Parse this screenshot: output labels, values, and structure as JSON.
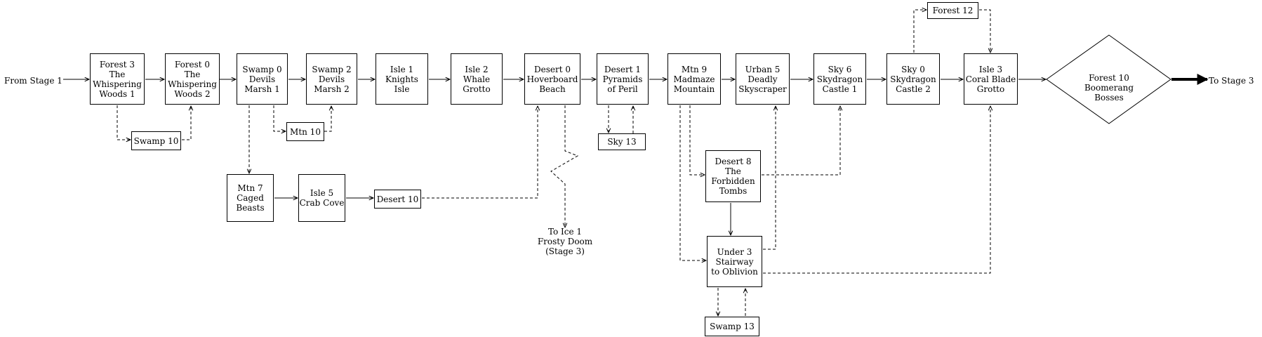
{
  "nodes": {
    "forest3": [
      "Forest 3",
      "The",
      "Whispering",
      "Woods 1"
    ],
    "forest0": [
      "Forest 0",
      "The",
      "Whispering",
      "Woods 2"
    ],
    "swamp0": [
      "Swamp 0",
      "Devils",
      "Marsh 1"
    ],
    "swamp2": [
      "Swamp 2",
      "Devils",
      "Marsh 2"
    ],
    "isle1": [
      "Isle 1",
      "Knights",
      "Isle"
    ],
    "isle2": [
      "Isle 2",
      "Whale",
      "Grotto"
    ],
    "desert0": [
      "Desert 0",
      "Hoverboard",
      "Beach"
    ],
    "desert1": [
      "Desert 1",
      "Pyramids",
      "of Peril"
    ],
    "mtn9": [
      "Mtn 9",
      "Madmaze",
      "Mountain"
    ],
    "urban5": [
      "Urban 5",
      "Deadly",
      "Skyscraper"
    ],
    "sky6": [
      "Sky 6",
      "Skydragon",
      "Castle 1"
    ],
    "sky0": [
      "Sky 0",
      "Skydragon",
      "Castle 2"
    ],
    "isle3": [
      "Isle 3",
      "Coral Blade",
      "Grotto"
    ],
    "forest12": [
      "Forest 12"
    ],
    "swamp10": [
      "Swamp 10"
    ],
    "mtn10": [
      "Mtn 10"
    ],
    "mtn7": [
      "Mtn 7",
      "Caged",
      "Beasts"
    ],
    "isle5": [
      "Isle 5",
      "Crab Cove"
    ],
    "desert10": [
      "Desert 10"
    ],
    "sky13": [
      "Sky 13"
    ],
    "desert8": [
      "Desert 8",
      "The",
      "Forbidden",
      "Tombs"
    ],
    "under3": [
      "Under 3",
      "Stairway",
      "to Oblivion"
    ],
    "swamp13": [
      "Swamp 13"
    ],
    "forest10": [
      "Forest 10",
      "Boomerang",
      "Bosses"
    ]
  },
  "labels": {
    "from_stage": "From Stage 1",
    "to_stage": "To Stage 3",
    "to_ice": [
      "To Ice 1",
      "Frosty Doom",
      "(Stage 3)"
    ]
  }
}
